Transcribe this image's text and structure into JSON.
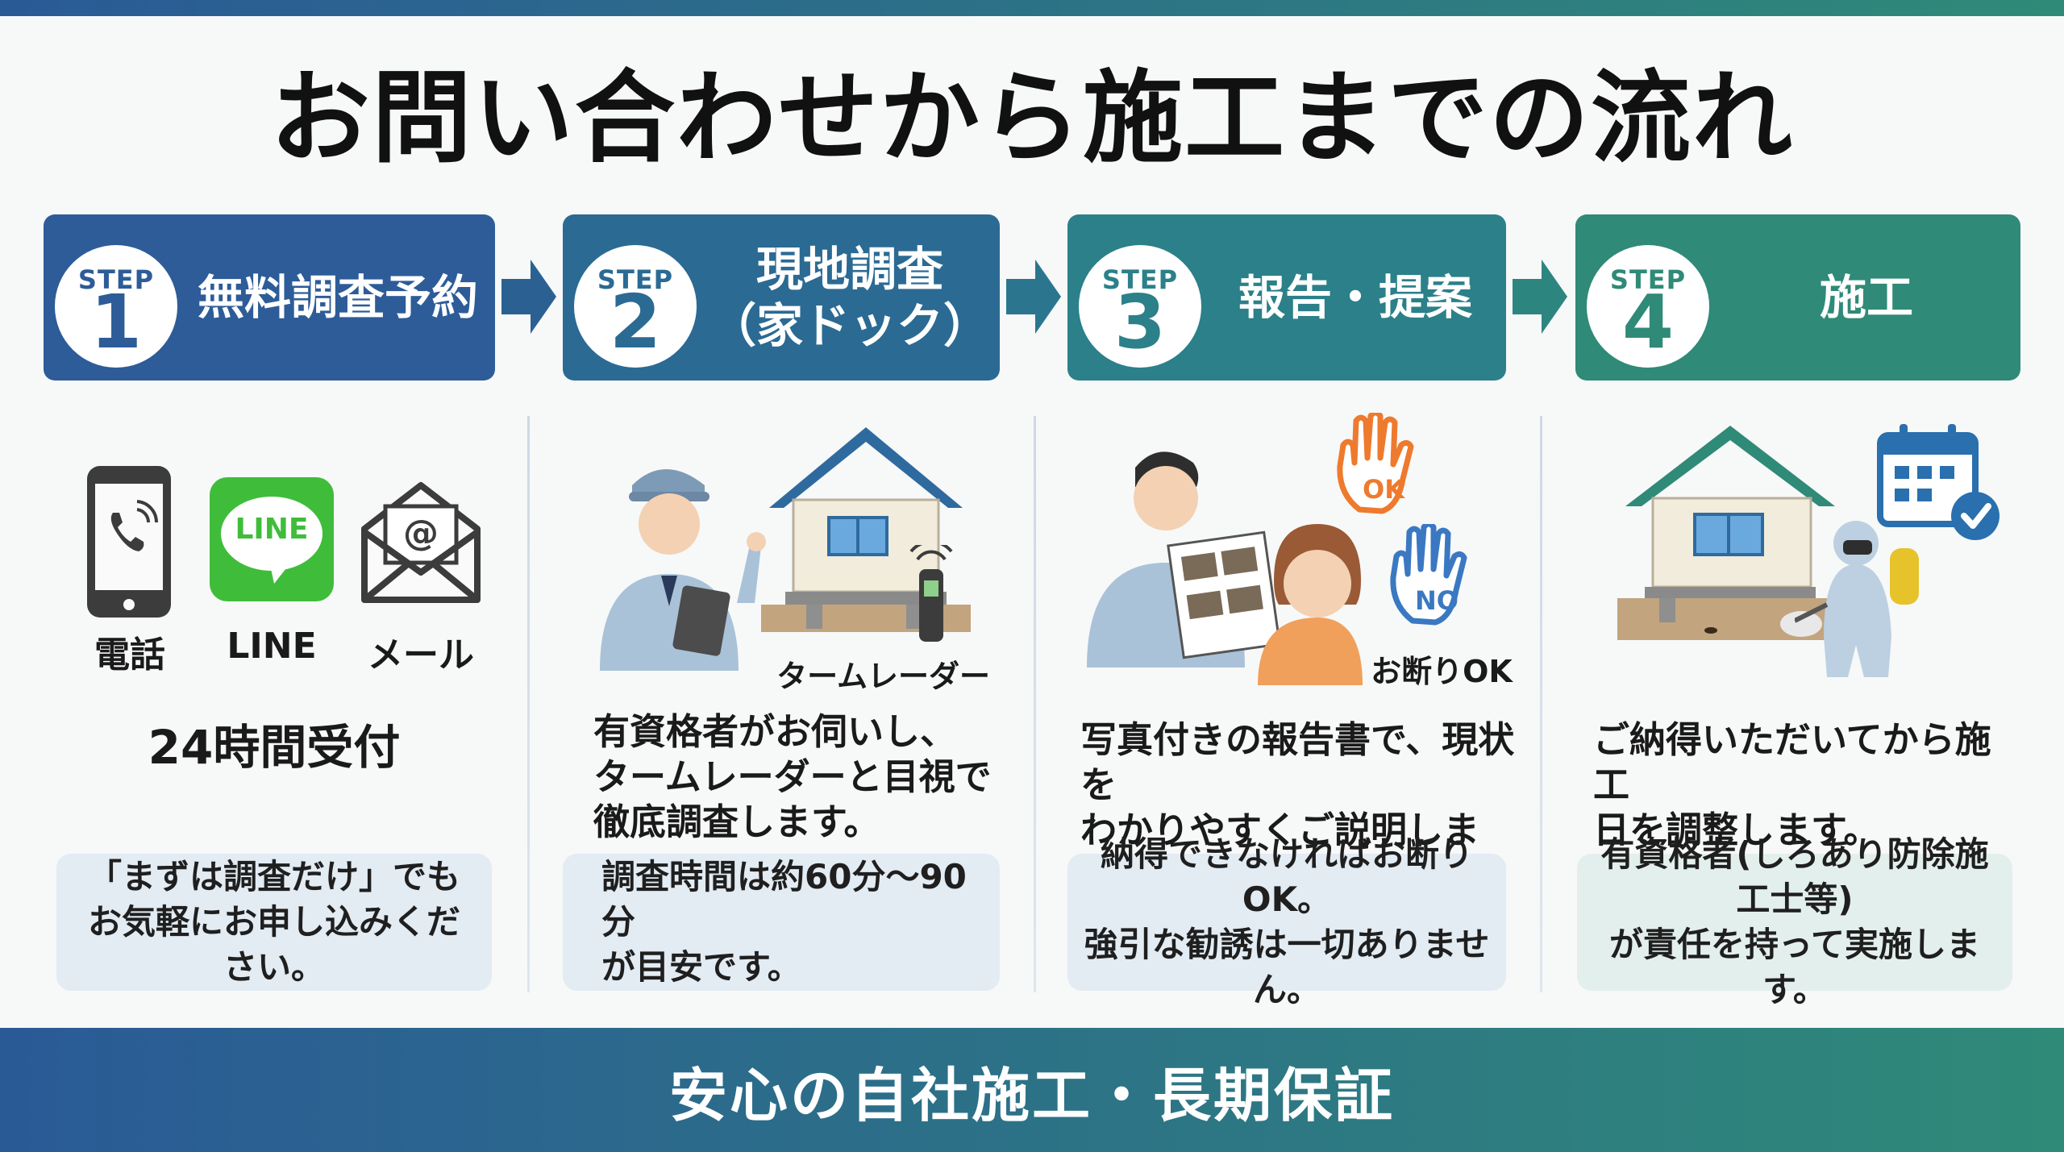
{
  "title": "お問い合わせから施工までの流れ",
  "colors": {
    "step1": "#2d5c98",
    "step2": "#2b6a93",
    "step3": "#2b8089",
    "step4": "#2f8a78",
    "note": "#e3ebf3"
  },
  "steps": [
    {
      "word": "STEP",
      "num": "1",
      "label": "無料調査予約",
      "contacts": [
        {
          "icon": "smartphone-icon",
          "label": "電話"
        },
        {
          "icon": "line-app-icon",
          "label": "LINE",
          "badge": "LINE"
        },
        {
          "icon": "envelope-icon",
          "label": "メール"
        }
      ],
      "reception": "24時間受付",
      "note": "「まずは調査だけ」でも\nお気軽にお申し込みください。"
    },
    {
      "word": "STEP",
      "num": "2",
      "label": "現地調査\n（家ドック）",
      "device_label": "タームレーダー",
      "desc": "有資格者がお伺いし、\nタームレーダーと目視で\n徹底調査します。",
      "note": "調査時間は約60分〜90分\nが目安です。"
    },
    {
      "word": "STEP",
      "num": "3",
      "label": "報告・提案",
      "ok": "OK",
      "no": "NO",
      "decline_label": "お断りOK",
      "desc": "写真付きの報告書で、現状を\nわかりやすくご説明します。",
      "note": "納得できなければお断りOK。\n強引な勧誘は一切ありません。"
    },
    {
      "word": "STEP",
      "num": "4",
      "label": "施工",
      "desc": "ご納得いただいてから施工\n日を調整します。",
      "note": "有資格者(しろあり防除施工士等)\nが責任を持って実施します。"
    }
  ],
  "footer": "安心の自社施工・長期保証"
}
